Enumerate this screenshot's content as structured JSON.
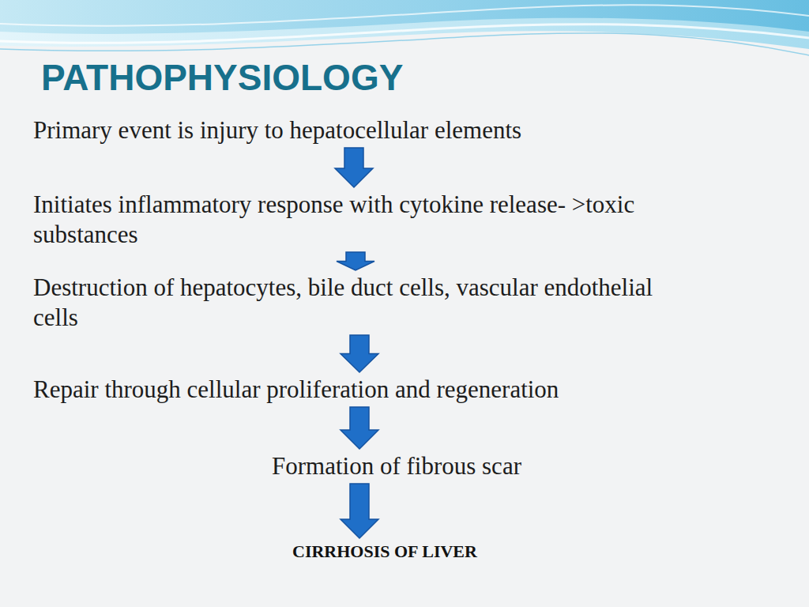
{
  "diagram": {
    "title": "PATHOPHYSIOLOGY",
    "nodes": [
      {
        "text": [
          "Primary event is injury to hepatocellular elements"
        ]
      },
      {
        "text": [
          "Initiates inflammatory response with cytokine release- >toxic substances"
        ]
      },
      {
        "text": [
          "Destruction of hepatocytes, bile duct cells, vascular endothelial cells"
        ]
      },
      {
        "text": [
          "Repair through cellular proliferation and regeneration"
        ]
      },
      {
        "text": [
          "Formation of fibrous scar"
        ]
      },
      {
        "text": [
          "CIRRHOSIS OF LIVER"
        ]
      }
    ],
    "edges": [
      {
        "from": 0,
        "to": 1,
        "arrow": "to"
      },
      {
        "from": 1,
        "to": 2,
        "arrow": "to"
      },
      {
        "from": 2,
        "to": 3,
        "arrow": "to"
      },
      {
        "from": 3,
        "to": 4,
        "arrow": "to"
      },
      {
        "from": 4,
        "to": 5,
        "arrow": "to"
      }
    ]
  }
}
